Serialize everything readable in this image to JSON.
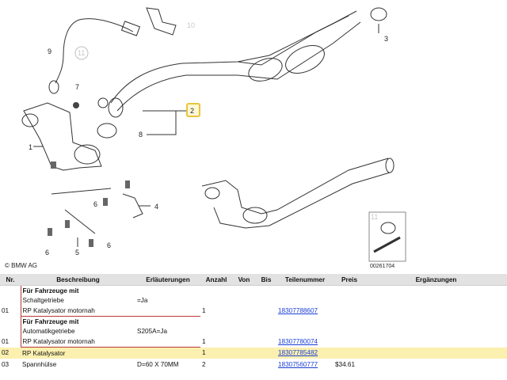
{
  "diagram": {
    "callouts": [
      "1",
      "2",
      "3",
      "4",
      "5",
      "6",
      "6",
      "6",
      "7",
      "8",
      "9",
      "10",
      "11",
      "11"
    ],
    "copyright": "© BMW AG",
    "image_code": "00261704",
    "highlight_color": "#e8c53a"
  },
  "table": {
    "headers": [
      "Nr.",
      "Beschreibung",
      "Erläuterungen",
      "Anzahl",
      "Von",
      "Bis",
      "Teilenummer",
      "Preis",
      "Ergänzungen"
    ],
    "group1": {
      "title": "Für Fahrzeuge mit",
      "sub": "Schaltgetriebe",
      "note": "=Ja"
    },
    "row1": {
      "nr": "01",
      "desc": "RP Katalysator motornah",
      "qty": "1",
      "part": "18307788607"
    },
    "group2": {
      "title": "Für Fahrzeuge mit",
      "sub": "Automatikgetriebe",
      "note": "S205A=Ja"
    },
    "row2": {
      "nr": "01",
      "desc": "RP Katalysator motornah",
      "qty": "1",
      "part": "18307780074"
    },
    "row3": {
      "nr": "02",
      "desc": "RP Katalysator",
      "qty": "1",
      "part": "18307785482"
    },
    "row4": {
      "nr": "03",
      "desc": "Spannhülse",
      "note": "D=60 X 70MM",
      "qty": "2",
      "part": "18307560777",
      "price": "$34.61"
    }
  },
  "colors": {
    "header_bg": "#e2e2e2",
    "highlight_row": "#fbf0b0",
    "link": "#1a3fd6",
    "bracket": "#b83a3a"
  }
}
